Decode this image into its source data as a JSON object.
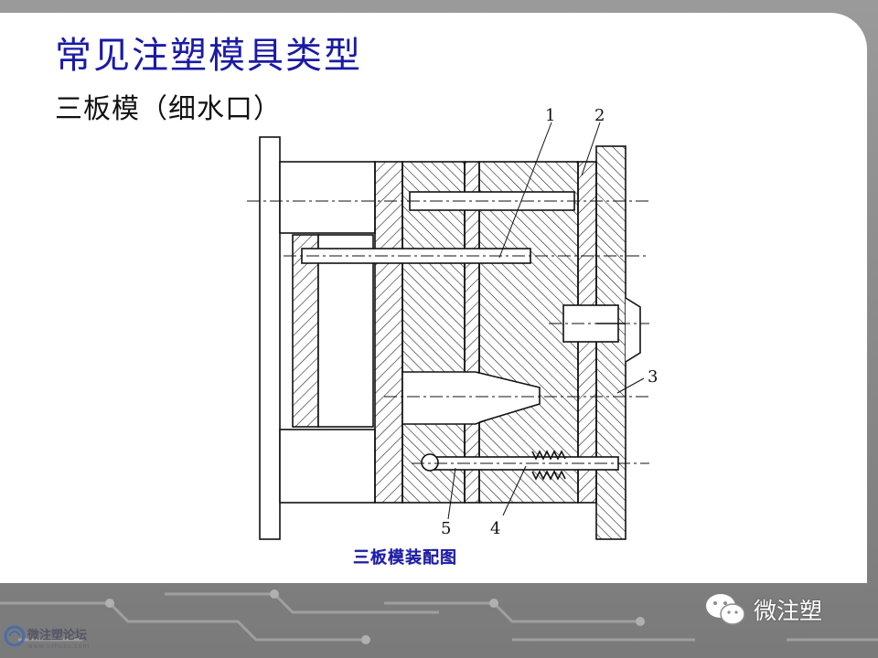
{
  "slide": {
    "title": "常见注塑模具类型",
    "subtitle": "三板模（细水口）"
  },
  "drawing": {
    "callouts": [
      "1",
      "2",
      "3",
      "4",
      "5"
    ],
    "caption": "三板模装配图"
  },
  "footer": {
    "forum_name": "微注塑论坛",
    "forum_url": "www.vzhusu.com",
    "wechat_name": "微注塑"
  },
  "colors": {
    "title": "#1a1aa6",
    "caption": "#1d1db0",
    "background_grey": "#8c8c8c"
  }
}
